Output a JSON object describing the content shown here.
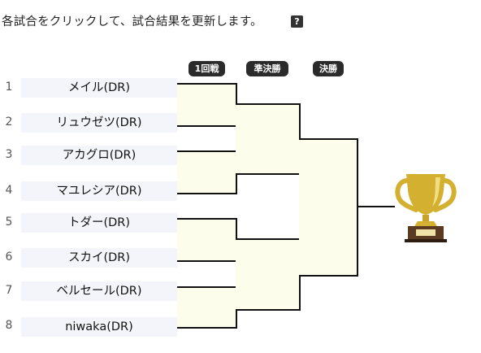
{
  "header": {
    "instruction": "各試合をクリックして、試合結果を更新します。",
    "help_label": "?"
  },
  "rounds": {
    "r1": "1回戦",
    "semi": "準決勝",
    "final": "決勝"
  },
  "players": [
    {
      "seed": "1",
      "name": "メイル(DR)"
    },
    {
      "seed": "2",
      "name": "リュウゼツ(DR)"
    },
    {
      "seed": "3",
      "name": "アカグロ(DR)"
    },
    {
      "seed": "4",
      "name": "マユレシア(DR)"
    },
    {
      "seed": "5",
      "name": "トダー(DR)"
    },
    {
      "seed": "6",
      "name": "スカイ(DR)"
    },
    {
      "seed": "7",
      "name": "ベルセール(DR)"
    },
    {
      "seed": "8",
      "name": "niwaka(DR)"
    }
  ],
  "icons": {
    "help": "question-icon",
    "trophy": "trophy-icon"
  },
  "colors": {
    "match_fill": "#fdfdec",
    "player_fill": "#f4f5fa",
    "round_label_bg": "#2b2b2b",
    "trophy_gold": "#d4b030"
  }
}
